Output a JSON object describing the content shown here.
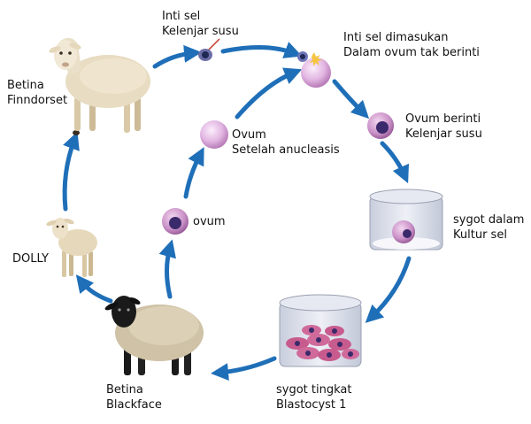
{
  "colors": {
    "arrow": "#1f6fb8",
    "wool": "#e8dcc2",
    "wool_shade": "#cdbb98",
    "black_face": "#1a1a1a",
    "ovum_pink": "#e6bfe6",
    "nucleus": "#3b2a6b",
    "jar_glass": "#dfe3ee",
    "culture_cell": "#c85b8e"
  },
  "icons": [
    "sheep-icon",
    "lamb-icon",
    "black-face-sheep-icon",
    "cell-icon",
    "ovum-icon",
    "culture-jar-icon"
  ],
  "labels": {
    "finndorset": [
      "Betina",
      "Finndorset"
    ],
    "somatic_cell": [
      "Inti sel",
      "Kelenjar susu"
    ],
    "fusion": [
      "Inti sel dimasukan",
      "Dalam ovum tak berinti"
    ],
    "nucleated_ovum": [
      "Ovum  berinti",
      "Kelenjar susu"
    ],
    "culture": [
      "sygot dalam",
      "Kultur sel"
    ],
    "blastocyst": [
      "sygot tingkat",
      "Blastocyst 1"
    ],
    "blackface": [
      "Betina",
      "Blackface"
    ],
    "dolly": "DOLLY",
    "ovum": "ovum",
    "enucleated_ovum": [
      "Ovum",
      "Setelah anucleasis"
    ]
  }
}
